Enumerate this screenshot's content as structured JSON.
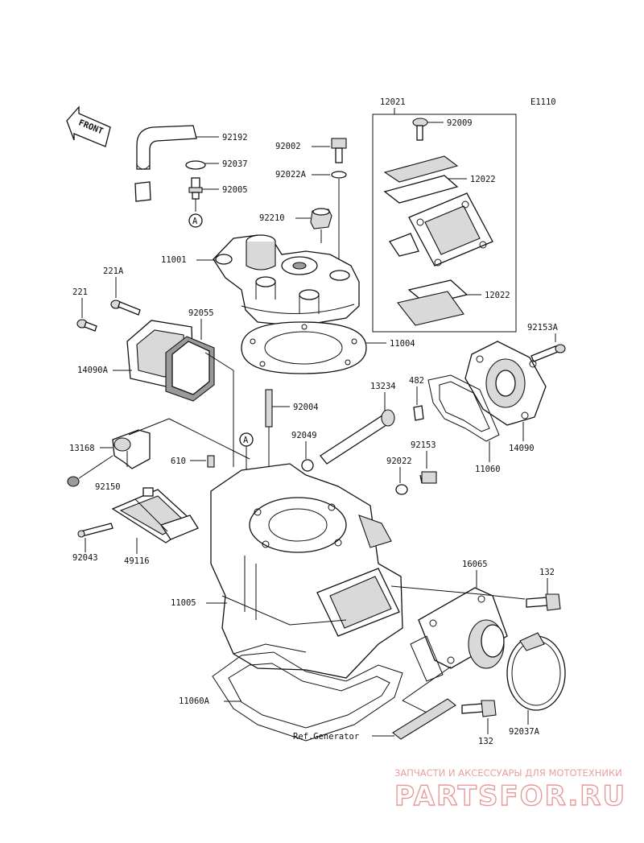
{
  "diagram_code": "E1110",
  "front_label": "FRONT",
  "circle_marker": "A",
  "ref_generator": "Ref.Generator",
  "watermark": {
    "tagline": "ЗАПЧАСТИ И АКСЕССУАРЫ ДЛЯ МОТОТЕХНИКИ",
    "logo": "PARTSFOR.RU"
  },
  "part_labels": {
    "p92192": "92192",
    "p92037": "92037",
    "p92005": "92005",
    "p92002": "92002",
    "p92022A": "92022A",
    "p92210": "92210",
    "p11001": "11001",
    "p221A": "221A",
    "p221": "221",
    "p92055": "92055",
    "p14090A": "14090A",
    "p12021": "12021",
    "p92009": "92009",
    "p12022a": "12022",
    "p12022b": "12022",
    "p11004": "11004",
    "p92153A": "92153A",
    "p92004": "92004",
    "p13234": "13234",
    "p482": "482",
    "p13168": "13168",
    "p92049": "92049",
    "p92153": "92153",
    "p14090": "14090",
    "p610": "610",
    "p92150": "92150",
    "p92022": "92022",
    "p11060": "11060",
    "p92043": "92043",
    "p49116": "49116",
    "p16065": "16065",
    "p132a": "132",
    "p11005": "11005",
    "p11060A": "11060A",
    "p132b": "132",
    "p92037A": "92037A"
  }
}
